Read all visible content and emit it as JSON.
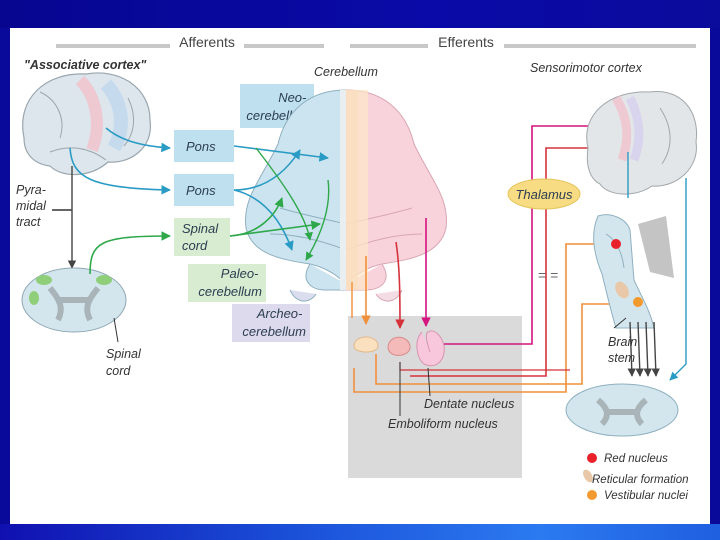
{
  "headers": {
    "afferents": "Afferents",
    "efferents": "Efferents"
  },
  "labels": {
    "associative_cortex": "\"Associative cortex\"",
    "cerebellum": "Cerebellum",
    "sensorimotor_cortex": "Sensorimotor cortex",
    "pyramidal_tract": [
      "Pyra-",
      "midal",
      "tract"
    ],
    "spinal_cord_left": [
      "Spinal",
      "cord"
    ],
    "brain_stem": [
      "Brain",
      "stem"
    ],
    "dentate_nucleus": "Dentate nucleus",
    "emboliform_nucleus": "Emboliform nucleus"
  },
  "boxes": {
    "neocerebellum": [
      "Neo-",
      "cerebellum"
    ],
    "pons1": "Pons",
    "pons2": "Pons",
    "spinal_cord_box": [
      "Spinal",
      "cord"
    ],
    "paleocerebellum": [
      "Paleo-",
      "cerebellum"
    ],
    "archeocerebellum": [
      "Archeo-",
      "cerebellum"
    ],
    "thalamus": "Thalamus"
  },
  "legend": [
    {
      "label": "Red nucleus",
      "color": "#e8212b"
    },
    {
      "label": "Reticular formation",
      "color": "#e8c8a8"
    },
    {
      "label": "Vestibular nuclei",
      "color": "#f39a2e"
    }
  ],
  "colors": {
    "teal": "#2a9bc4",
    "green": "#2ea84a",
    "magenta": "#d4147f",
    "red": "#d4333b",
    "orange": "#f0903a",
    "lightblue": "#cce4ef",
    "pink": "#f9d3dc",
    "paleblue_box": "#bfe0ee",
    "palegreen_box": "#d7ecd1",
    "lavender_box": "#dedaee",
    "thalamus": "#f7dc84"
  }
}
